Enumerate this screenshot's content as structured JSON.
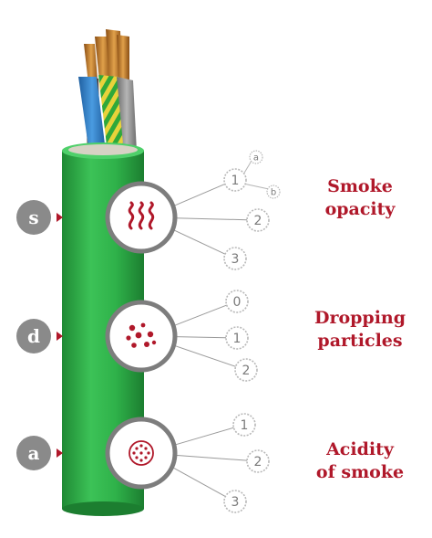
{
  "colors": {
    "cable_green": "#2fb24a",
    "cable_green_dark": "#1f8a34",
    "accent_red": "#b0182a",
    "badge_gray": "#8a8a8a",
    "circle_ring": "#7d7d7d",
    "level_ring": "#b8b8b8",
    "level_text": "#7a7a7a"
  },
  "categories": [
    {
      "id": "s",
      "letter": "s",
      "icon": "smoke-icon",
      "heading_line1": "Smoke",
      "heading_line2": "opacity",
      "levels": [
        "1",
        "2",
        "3"
      ],
      "sublevels": [
        "a",
        "b"
      ]
    },
    {
      "id": "d",
      "letter": "d",
      "icon": "droplets-icon",
      "heading_line1": "Dropping",
      "heading_line2": "particles",
      "levels": [
        "0",
        "1",
        "2"
      ]
    },
    {
      "id": "a",
      "letter": "a",
      "icon": "acid-particles-icon",
      "heading_line1": "Acidity",
      "heading_line2": "of smoke",
      "levels": [
        "1",
        "2",
        "3"
      ]
    }
  ]
}
